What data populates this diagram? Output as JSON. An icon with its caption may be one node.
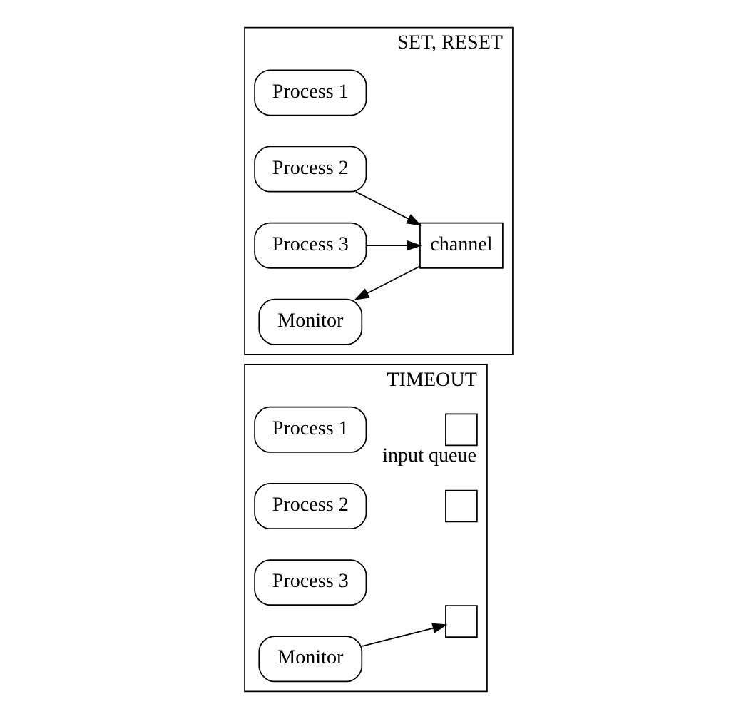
{
  "diagram": {
    "nodes": [
      {
        "text": [
          "SET, RESET"
        ]
      },
      {
        "text": [
          "Process 1"
        ],
        "in": 0
      },
      {
        "text": [
          "Process 2"
        ],
        "in": 0
      },
      {
        "text": [
          "Process 3"
        ],
        "in": 0
      },
      {
        "text": [
          "channel"
        ],
        "in": 0
      },
      {
        "text": [
          "Monitor"
        ],
        "in": 0
      },
      {
        "text": [
          "TIMEOUT"
        ]
      },
      {
        "text": [
          "Process 1"
        ],
        "in": 6
      },
      {
        "text": [
          "Process 2"
        ],
        "in": 6
      },
      {
        "text": [
          "Process 3"
        ],
        "in": 6
      },
      {
        "text": [],
        "shape": "box",
        "in": 6,
        "beside": [
          "input queue"
        ]
      },
      {
        "text": [],
        "shape": "box",
        "in": 6
      },
      {
        "text": [],
        "shape": "box",
        "in": 6
      },
      {
        "text": [
          "Monitor"
        ],
        "in": 6
      }
    ],
    "edges": [
      {
        "from": 2,
        "to": 4,
        "arrow": "to"
      },
      {
        "from": 3,
        "to": 4,
        "arrow": "to"
      },
      {
        "from": 4,
        "to": 5,
        "arrow": "to"
      },
      {
        "from": 13,
        "to": 12,
        "arrow": "to"
      }
    ]
  }
}
